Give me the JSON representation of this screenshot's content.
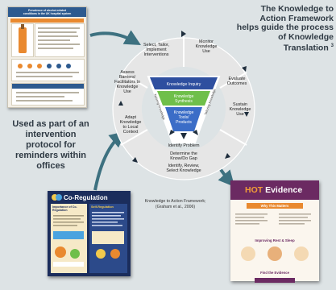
{
  "title": {
    "line1": "The Knowledge to",
    "line2": "Action Framework",
    "line3": "helps guide the process",
    "line4": "of Knowledge",
    "line5": "Translation",
    "superscript": "3"
  },
  "caption": {
    "line1": "Used as part of an",
    "line2": "intervention",
    "line3": "protocol for",
    "line4": "reminders within",
    "line5": "offices"
  },
  "citation": {
    "line1": "Knowledge to Action Framework;",
    "line2": "(Graham et al., 2006)"
  },
  "cycle": {
    "select": [
      "Select, Tailor,",
      "Implement",
      "Interventions"
    ],
    "monitor": [
      "Monitor",
      "Knowledge",
      "Use"
    ],
    "evaluate": [
      "Evaluate",
      "Outcomes"
    ],
    "sustain": [
      "Sustain",
      "Knowledge",
      "Use"
    ],
    "adapt": [
      "Adapt",
      "Knowledge",
      "to Local",
      "Context"
    ],
    "barriers": [
      "Assess",
      "Barriers/",
      "Facilitators to",
      "Knowledge",
      "Use"
    ]
  },
  "funnel": {
    "inquiry": "Knowledge Inquiry",
    "synthesis": [
      "Knowledge",
      "Synthesis"
    ],
    "tools": [
      "Knowledge",
      "Tools/",
      "Products"
    ],
    "tailoring_left": "Tailoring Knowledge",
    "tailoring_right": "Tailoring Knowledge"
  },
  "bottom": {
    "identify": "Identify Problem",
    "determine": [
      "Determine the",
      "Know/Do Gap"
    ],
    "review": [
      "Identify, Review,",
      "Select Knowledge"
    ]
  },
  "poster_alcohol": {
    "title": [
      "Prevalence of alcohol-related",
      "conditions in the UK hospital system"
    ]
  },
  "poster_coreg": {
    "title": "Co-Regulation",
    "section1": "Importance of Co-Regulation",
    "section2": "Self-Regulation"
  },
  "poster_hot": {
    "hot": "HOT",
    "rest": " Evidence",
    "section1": "Why This Matters",
    "section2": "Improving Rest & Sleep",
    "section3": "Find the Evidence"
  },
  "colors": {
    "background": "#dde3e5",
    "cycle_gray": "#d9d9d9",
    "funnel_blue": "#2e4f9f",
    "funnel_green": "#6fbf4a",
    "arrow_teal": "#3d7180"
  }
}
